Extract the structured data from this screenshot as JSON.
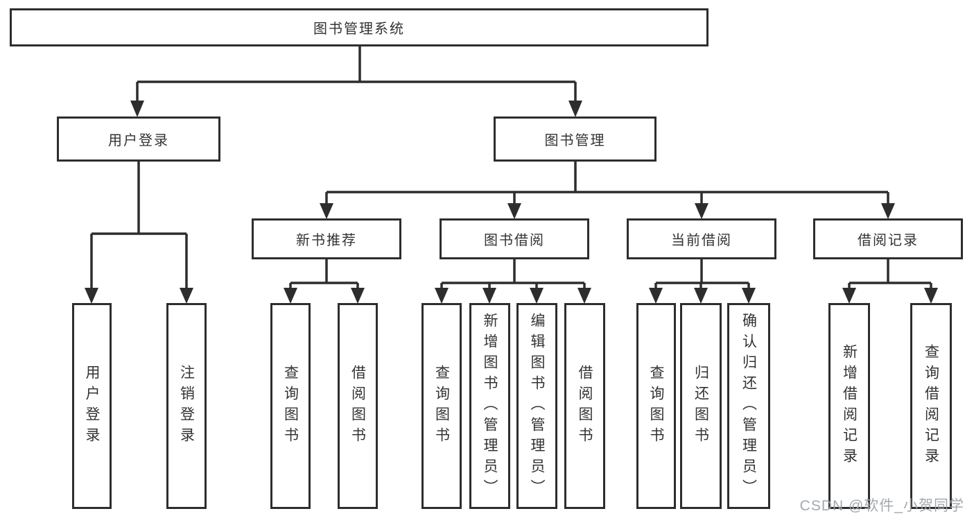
{
  "diagram": {
    "tree": {
      "label": "图书管理系统",
      "children": [
        {
          "label": "用户登录",
          "children": [
            {
              "label": "用户登录"
            },
            {
              "label": "注销登录"
            }
          ]
        },
        {
          "label": "图书管理",
          "children": [
            {
              "label": "新书推荐",
              "children": [
                {
                  "label": "查询图书"
                },
                {
                  "label": "借阅图书"
                }
              ]
            },
            {
              "label": "图书借阅",
              "children": [
                {
                  "label": "查询图书"
                },
                {
                  "label": "新增图书（管理员）"
                },
                {
                  "label": "编辑图书（管理员）"
                },
                {
                  "label": "借阅图书"
                }
              ]
            },
            {
              "label": "当前借阅",
              "children": [
                {
                  "label": "查询图书"
                },
                {
                  "label": "归还图书"
                },
                {
                  "label": "确认归还（管理员）"
                }
              ]
            },
            {
              "label": "借阅记录",
              "children": [
                {
                  "label": "新增借阅记录"
                },
                {
                  "label": "查询借阅记录"
                }
              ]
            }
          ]
        }
      ]
    },
    "colors": {
      "line": "#2d2d2d",
      "box_border": "#2d2d2d",
      "text": "#333333",
      "background": "#ffffff",
      "watermark": "#9ea4ab"
    },
    "watermark": "CSDN @软件_小贺同学"
  }
}
